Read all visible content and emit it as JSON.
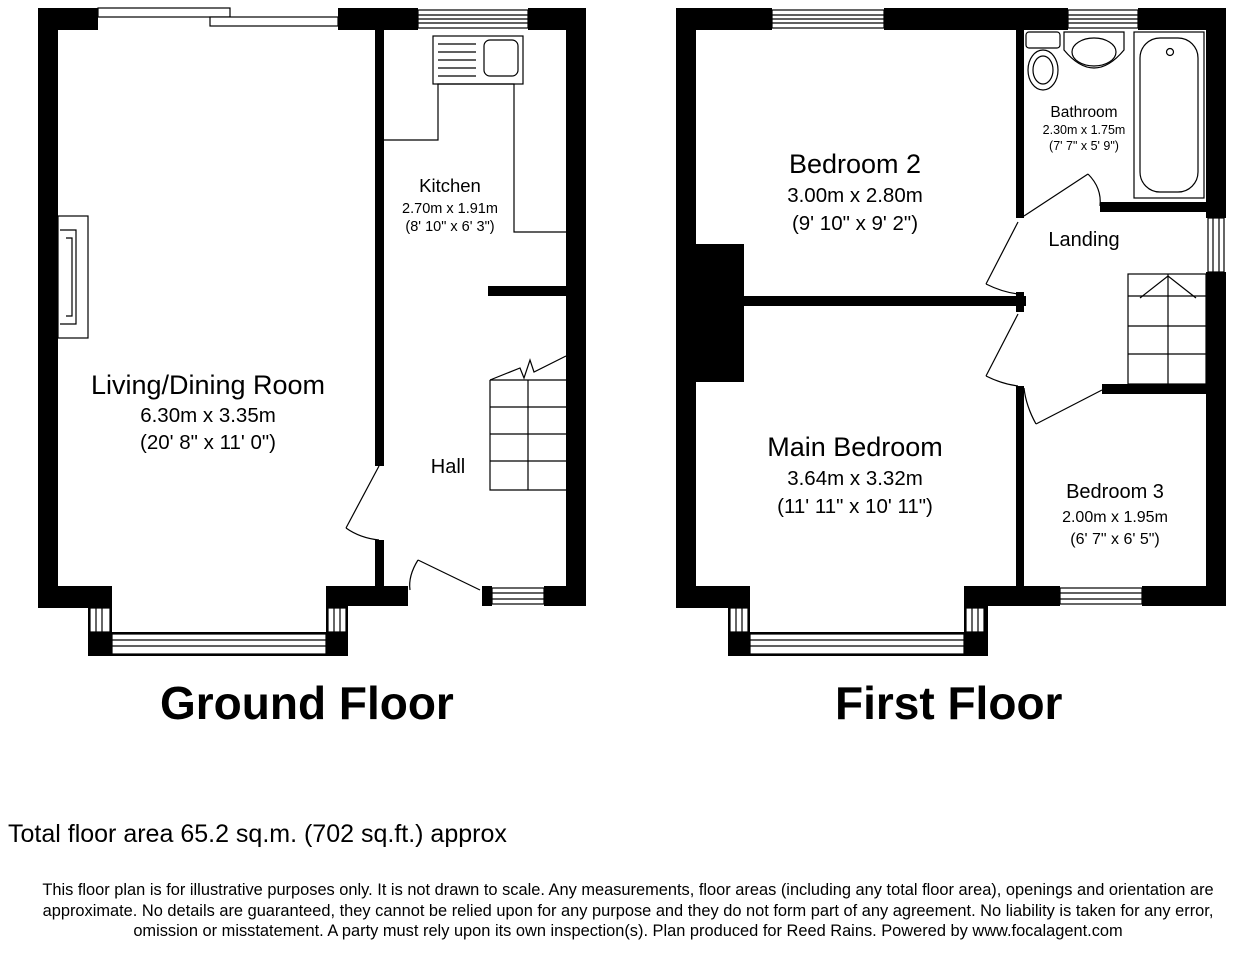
{
  "ground_floor": {
    "title": "Ground Floor",
    "rooms": {
      "living": {
        "name": "Living/Dining Room",
        "size_m": "6.30m x 3.35m",
        "size_ft": "(20' 8\" x 11' 0\")"
      },
      "kitchen": {
        "name": "Kitchen",
        "size_m": "2.70m x 1.91m",
        "size_ft": "(8' 10\" x 6' 3\")"
      },
      "hall": {
        "name": "Hall"
      }
    }
  },
  "first_floor": {
    "title": "First Floor",
    "rooms": {
      "bedroom2": {
        "name": "Bedroom 2",
        "size_m": "3.00m x 2.80m",
        "size_ft": "(9' 10\" x 9' 2\")"
      },
      "bathroom": {
        "name": "Bathroom",
        "size_m": "2.30m x 1.75m",
        "size_ft": "(7' 7\" x 5' 9\")"
      },
      "landing": {
        "name": "Landing"
      },
      "main_bedroom": {
        "name": "Main Bedroom",
        "size_m": "3.64m x 3.32m",
        "size_ft": "(11' 11\" x 10' 11\")"
      },
      "bedroom3": {
        "name": "Bedroom 3",
        "size_m": "2.00m x 1.95m",
        "size_ft": "(6' 7\" x 6' 5\")"
      }
    }
  },
  "total_area": "Total floor area 65.2 sq.m. (702 sq.ft.) approx",
  "disclaimer": "This floor plan is for illustrative purposes only. It is not drawn to scale. Any measurements, floor areas (including any total floor area), openings and orientation are approximate. No details are guaranteed, they cannot be relied upon for any purpose and they do not form part of any agreement. No liability is taken for any error, omission or misstatement. A party must rely upon its own inspection(s). Plan produced for Reed Rains. Powered by www.focalagent.com",
  "colors": {
    "wall": "#000000",
    "background": "#ffffff",
    "fixture_stroke": "#000000"
  }
}
